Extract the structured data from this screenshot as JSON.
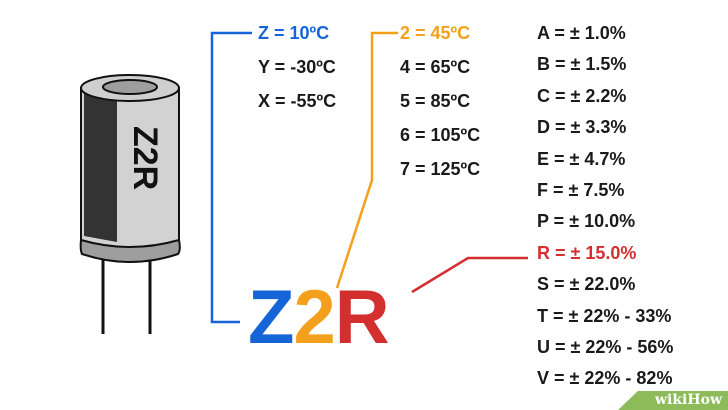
{
  "colors": {
    "temp_low": "#1565d8",
    "temp_high": "#f4a01c",
    "tolerance": "#d32f2f"
  },
  "capacitor_label": "Z2R",
  "code": {
    "first": "Z",
    "second": "2",
    "third": "R"
  },
  "low_temp": [
    "Z = 10ºC",
    "Y = -30ºC",
    "X = -55ºC"
  ],
  "high_temp": [
    "2 = 45ºC",
    "4 = 65ºC",
    "5 = 85ºC",
    "6 = 105ºC",
    "7 = 125ºC"
  ],
  "tolerance": [
    "A = ± 1.0%",
    "B = ± 1.5%",
    "C = ± 2.2%",
    "D = ± 3.3%",
    "E = ± 4.7%",
    "F = ± 7.5%",
    "P = ± 10.0%",
    "R = ± 15.0%",
    "S = ± 22.0%",
    "T = ± 22% - 33%",
    "U = ± 22% - 56%",
    "V = ± 22% - 82%"
  ],
  "watermark": "wikiHow"
}
